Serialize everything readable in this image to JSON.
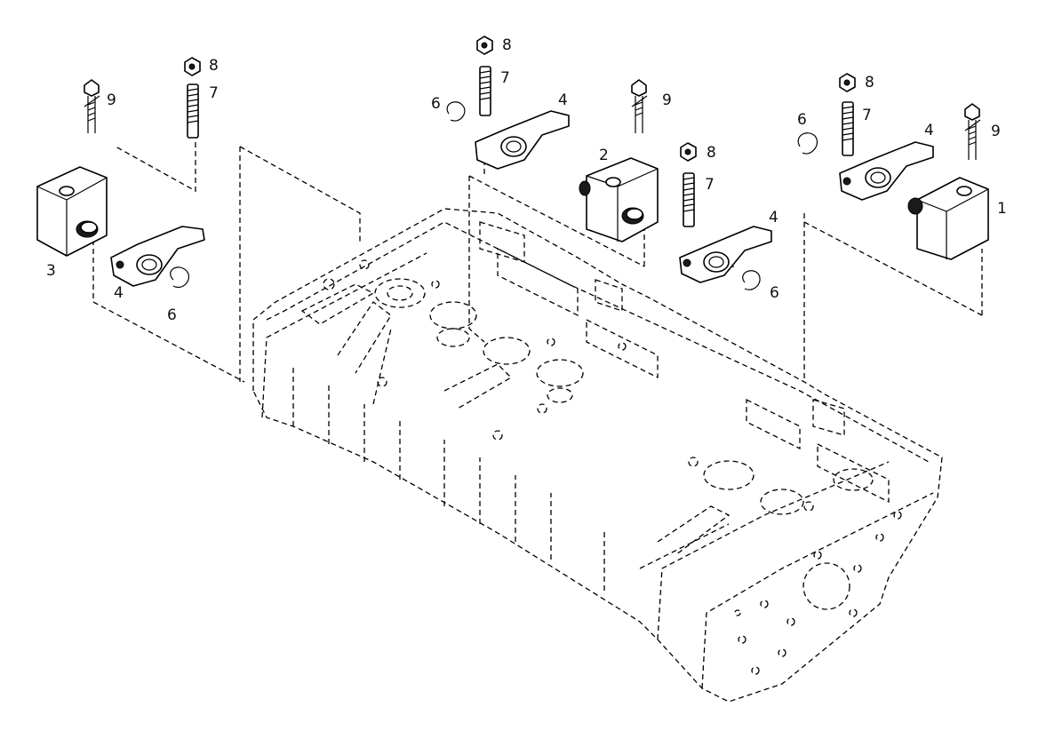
{
  "diagram": {
    "callouts": [
      {
        "id": "c9-left",
        "label": "9"
      },
      {
        "id": "c8-left",
        "label": "8"
      },
      {
        "id": "c7-left",
        "label": "7"
      },
      {
        "id": "c3",
        "label": "3"
      },
      {
        "id": "c4-left",
        "label": "4"
      },
      {
        "id": "c6-left",
        "label": "6"
      },
      {
        "id": "c8-mid",
        "label": "8"
      },
      {
        "id": "c7-mid",
        "label": "7"
      },
      {
        "id": "c6-mid",
        "label": "6"
      },
      {
        "id": "c4-mid",
        "label": "4"
      },
      {
        "id": "c9-mid",
        "label": "9"
      },
      {
        "id": "c2",
        "label": "2"
      },
      {
        "id": "c8-center",
        "label": "8"
      },
      {
        "id": "c7-center",
        "label": "7"
      },
      {
        "id": "c4-center",
        "label": "4"
      },
      {
        "id": "c6-center",
        "label": "6"
      },
      {
        "id": "c8-right",
        "label": "8"
      },
      {
        "id": "c7-right",
        "label": "7"
      },
      {
        "id": "c6-right",
        "label": "6"
      },
      {
        "id": "c4-right",
        "label": "4"
      },
      {
        "id": "c9-right",
        "label": "9"
      },
      {
        "id": "c1",
        "label": "1"
      }
    ]
  }
}
